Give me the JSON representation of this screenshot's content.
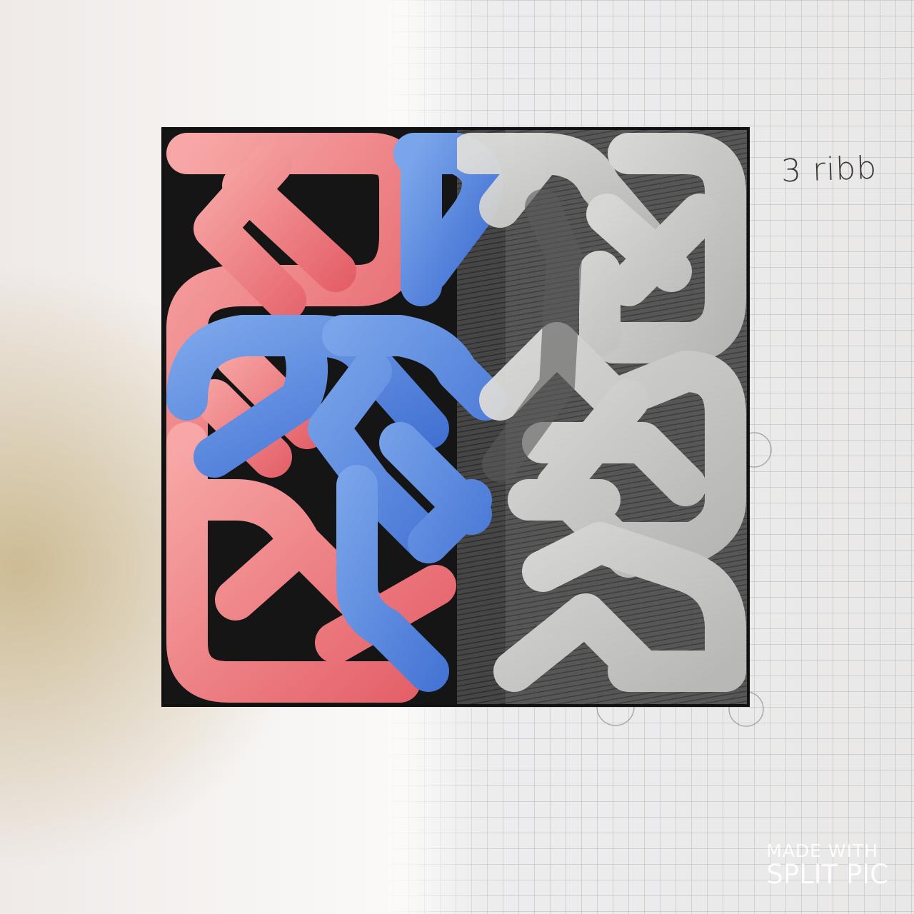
{
  "colors": {
    "paper": "#efeeec",
    "ink_black": "#151515",
    "ribbon_red": "#ec7a80",
    "ribbon_blue": "#5d8fdd",
    "pencil_grey": "#cfcfcd",
    "grid_line": "#b9c0cc"
  },
  "annotation": {
    "text": "3 ribb"
  },
  "watermark": {
    "line1": "MADE WITH",
    "line2": "SPLIT PIC"
  }
}
